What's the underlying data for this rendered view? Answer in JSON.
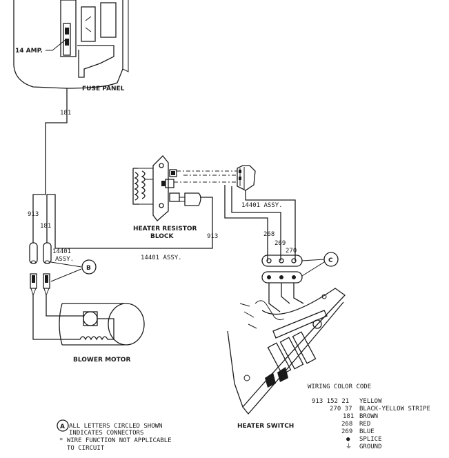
{
  "labels": {
    "amp": "14 AMP.",
    "fuse_panel": "FUSE PANEL",
    "wire_181_top": "181",
    "wire_913_left": "913",
    "wire_181_left": "181",
    "conn_14401_line1": "14401",
    "conn_14401_line2": "ASSY.",
    "callout_b": "B",
    "callout_c": "C",
    "blower_motor": "BLOWER MOTOR",
    "resistor_line1": "HEATER RESISTOR",
    "resistor_line2": "BLOCK",
    "wire_913_mid": "913",
    "assy_bottom": "14401 ASSY.",
    "assy_right": "14401 ASSY.",
    "w268": "268",
    "w269": "269",
    "w270": "270",
    "heater_switch": "HEATER SWITCH"
  },
  "color_code": {
    "title": "WIRING COLOR CODE",
    "rows": [
      {
        "codes": "913  152  21",
        "color": "YELLOW"
      },
      {
        "codes": "270  37",
        "color": "BLACK-YELLOW STRIPE"
      },
      {
        "codes": "181",
        "color": "BROWN"
      },
      {
        "codes": "268",
        "color": "RED"
      },
      {
        "codes": "269",
        "color": "BLUE"
      },
      {
        "codes": "●",
        "color": "SPLICE"
      },
      {
        "codes": "⏚",
        "color": "GROUND"
      }
    ]
  },
  "notes": {
    "circle_letter": "A",
    "line1": "ALL LETTERS CIRCLED SHOWN",
    "line2": "INDICATES CONNECTORS",
    "line3": "* WIRE FUNCTION NOT APPLICABLE",
    "line4": "TO CIRCUIT"
  }
}
